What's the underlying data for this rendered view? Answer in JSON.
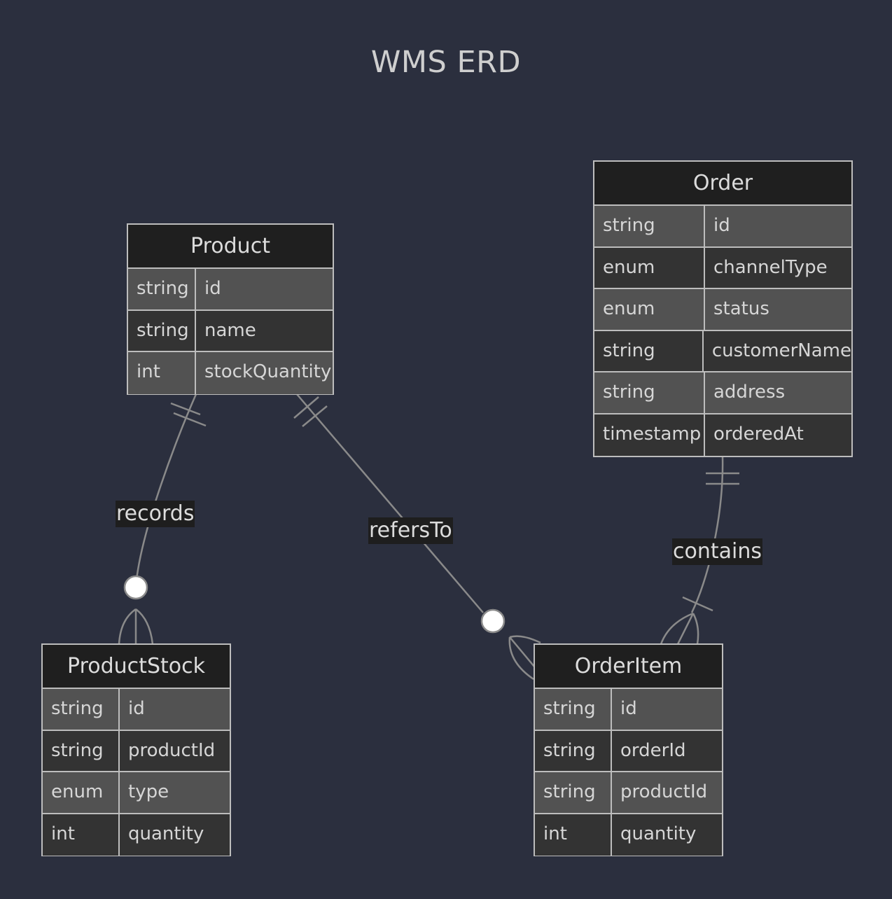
{
  "title": "WMS ERD",
  "entities": {
    "product": {
      "name": "Product",
      "attributes": [
        {
          "type": "string",
          "name": "id"
        },
        {
          "type": "string",
          "name": "name"
        },
        {
          "type": "int",
          "name": "stockQuantity"
        }
      ]
    },
    "order": {
      "name": "Order",
      "attributes": [
        {
          "type": "string",
          "name": "id"
        },
        {
          "type": "enum",
          "name": "channelType"
        },
        {
          "type": "enum",
          "name": "status"
        },
        {
          "type": "string",
          "name": "customerName"
        },
        {
          "type": "string",
          "name": "address"
        },
        {
          "type": "timestamp",
          "name": "orderedAt"
        }
      ]
    },
    "productstock": {
      "name": "ProductStock",
      "attributes": [
        {
          "type": "string",
          "name": "id"
        },
        {
          "type": "string",
          "name": "productId"
        },
        {
          "type": "enum",
          "name": "type"
        },
        {
          "type": "int",
          "name": "quantity"
        }
      ]
    },
    "orderitem": {
      "name": "OrderItem",
      "attributes": [
        {
          "type": "string",
          "name": "id"
        },
        {
          "type": "string",
          "name": "orderId"
        },
        {
          "type": "string",
          "name": "productId"
        },
        {
          "type": "int",
          "name": "quantity"
        }
      ]
    }
  },
  "relationships": [
    {
      "label": "records",
      "from": "Product",
      "to": "ProductStock",
      "from_cardinality": "exactly-one",
      "to_cardinality": "zero-or-many"
    },
    {
      "label": "refersTo",
      "from": "Product",
      "to": "OrderItem",
      "from_cardinality": "exactly-one",
      "to_cardinality": "zero-or-many"
    },
    {
      "label": "contains",
      "from": "Order",
      "to": "OrderItem",
      "from_cardinality": "exactly-one",
      "to_cardinality": "one-or-many"
    }
  ],
  "colors": {
    "background": "#2b2f3e",
    "header": "#1f1f1f",
    "row_odd": "#525252",
    "row_even": "#333333",
    "border": "#bdbdbd",
    "edge": "#8a8a8a",
    "label_bg": "#1e1e1e"
  }
}
